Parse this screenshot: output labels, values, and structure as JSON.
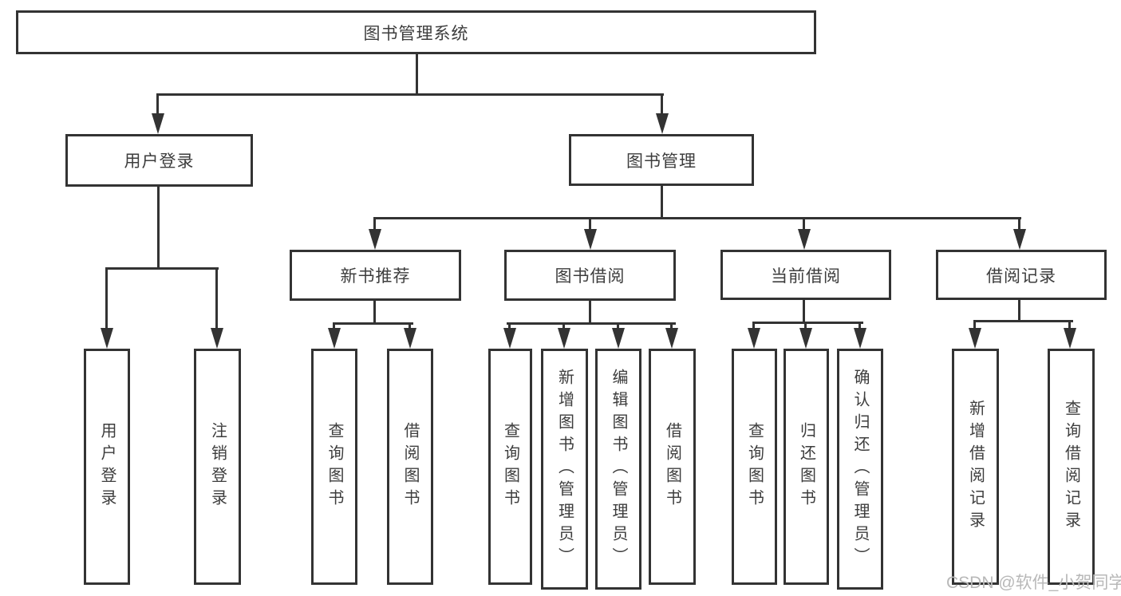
{
  "nodes": {
    "root": {
      "label": "图书管理系统"
    },
    "user_login": {
      "label": "用户登录"
    },
    "book_management": {
      "label": "图书管理"
    },
    "new_book_recommend": {
      "label": "新书推荐"
    },
    "book_borrow": {
      "label": "图书借阅"
    },
    "current_borrow": {
      "label": "当前借阅"
    },
    "borrow_records": {
      "label": "借阅记录"
    }
  },
  "leaves": {
    "user_login": {
      "label": "用户登录"
    },
    "logout": {
      "label": "注销登录"
    },
    "nbr_query": {
      "label": "查询图书"
    },
    "nbr_borrow": {
      "label": "借阅图书"
    },
    "bb_query": {
      "label": "查询图书"
    },
    "bb_add": {
      "label": "新增图书（管理员）"
    },
    "bb_edit": {
      "label": "编辑图书（管理员）"
    },
    "bb_borrow": {
      "label": "借阅图书"
    },
    "cb_query": {
      "label": "查询图书"
    },
    "cb_return": {
      "label": "归还图书"
    },
    "cb_confirm": {
      "label": "确认归还（管理员）"
    },
    "br_add": {
      "label": "新增借阅记录"
    },
    "br_query": {
      "label": "查询借阅记录"
    }
  },
  "structure": {
    "图书管理系统": [
      "用户登录",
      "图书管理"
    ],
    "用户登录": [
      "用户登录",
      "注销登录"
    ],
    "图书管理": [
      "新书推荐",
      "图书借阅",
      "当前借阅",
      "借阅记录"
    ],
    "新书推荐": [
      "查询图书",
      "借阅图书"
    ],
    "图书借阅": [
      "查询图书",
      "新增图书（管理员）",
      "编辑图书（管理员）",
      "借阅图书"
    ],
    "当前借阅": [
      "查询图书",
      "归还图书",
      "确认归还（管理员）"
    ],
    "借阅记录": [
      "新增借阅记录",
      "查询借阅记录"
    ]
  },
  "watermark": {
    "text": "CSDN @软件_小贺同学"
  },
  "colors": {
    "line": "#333333",
    "box_border": "#333333",
    "text": "#3d3d3d",
    "watermark": "#b8b8b8",
    "background": "#ffffff"
  }
}
